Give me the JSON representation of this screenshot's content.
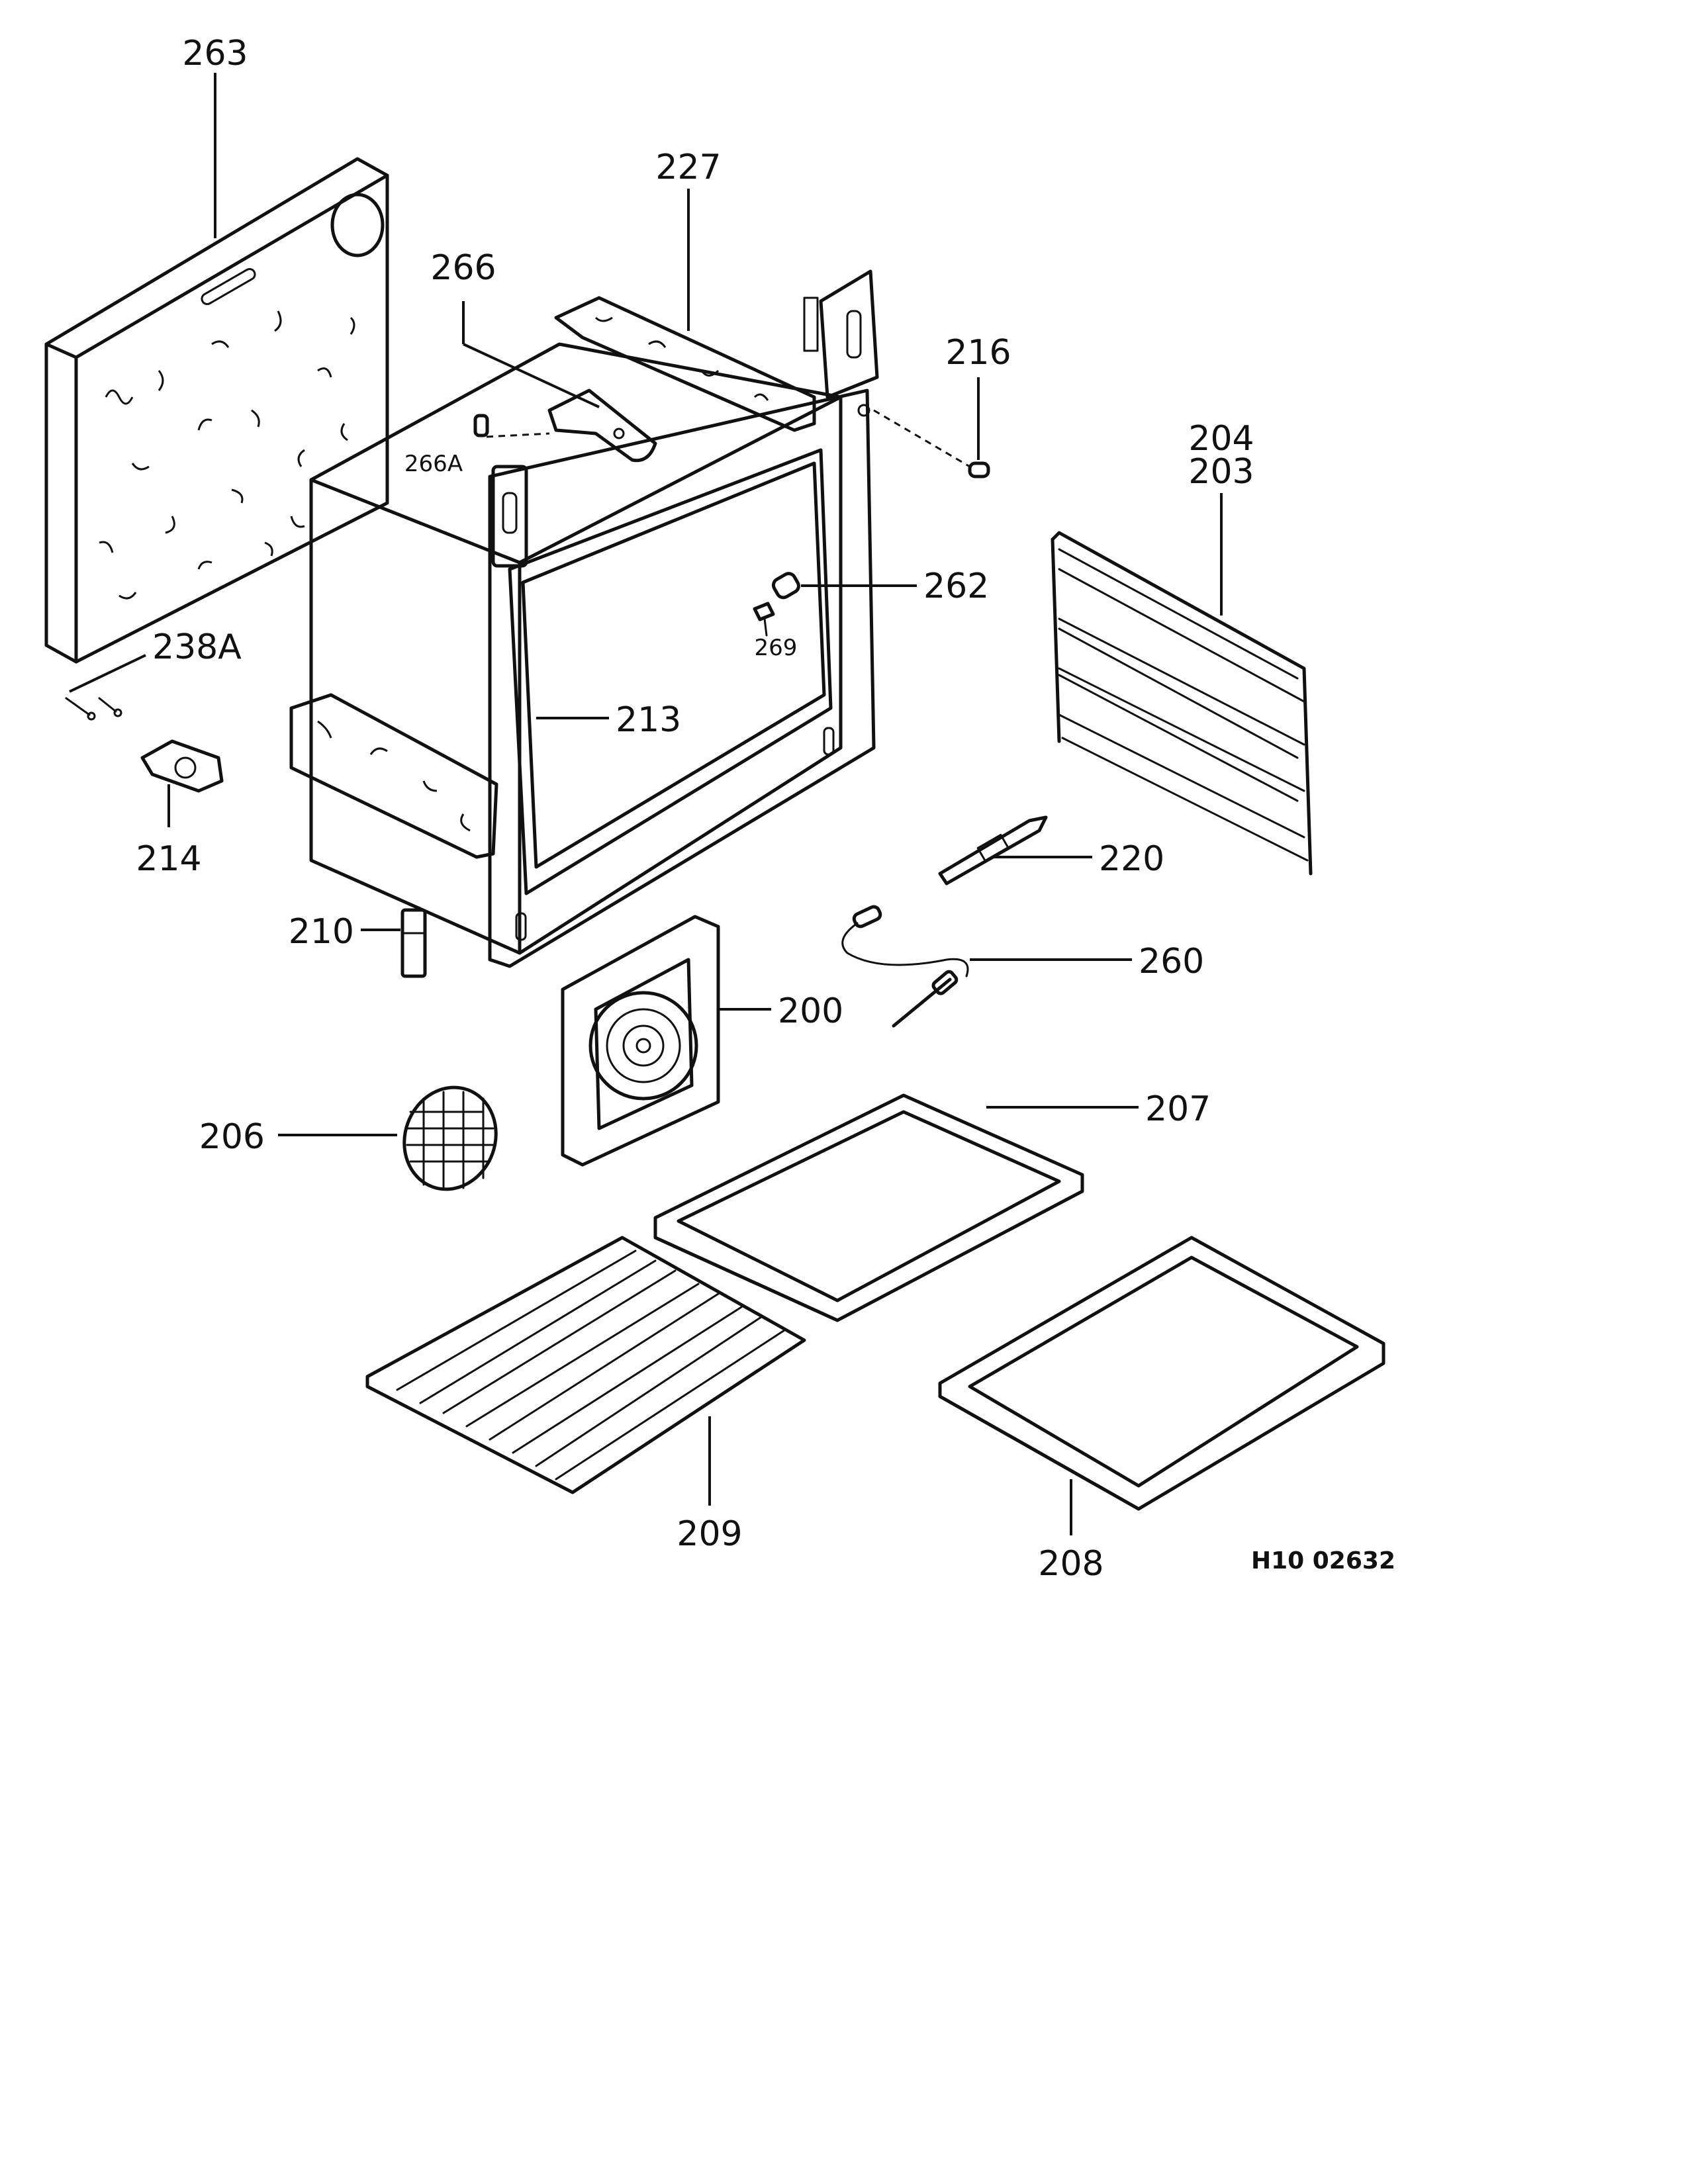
{
  "diagram_code": "H10 02632",
  "callouts": {
    "p263": "263",
    "p227": "227",
    "p266": "266",
    "p266A": "266A",
    "p216": "216",
    "p204": "204",
    "p203": "203",
    "p262": "262",
    "p269": "269",
    "p238A": "238A",
    "p213": "213",
    "p214": "214",
    "p220": "220",
    "p210": "210",
    "p260": "260",
    "p200": "200",
    "p207": "207",
    "p206": "206",
    "p209": "209",
    "p208": "208"
  }
}
